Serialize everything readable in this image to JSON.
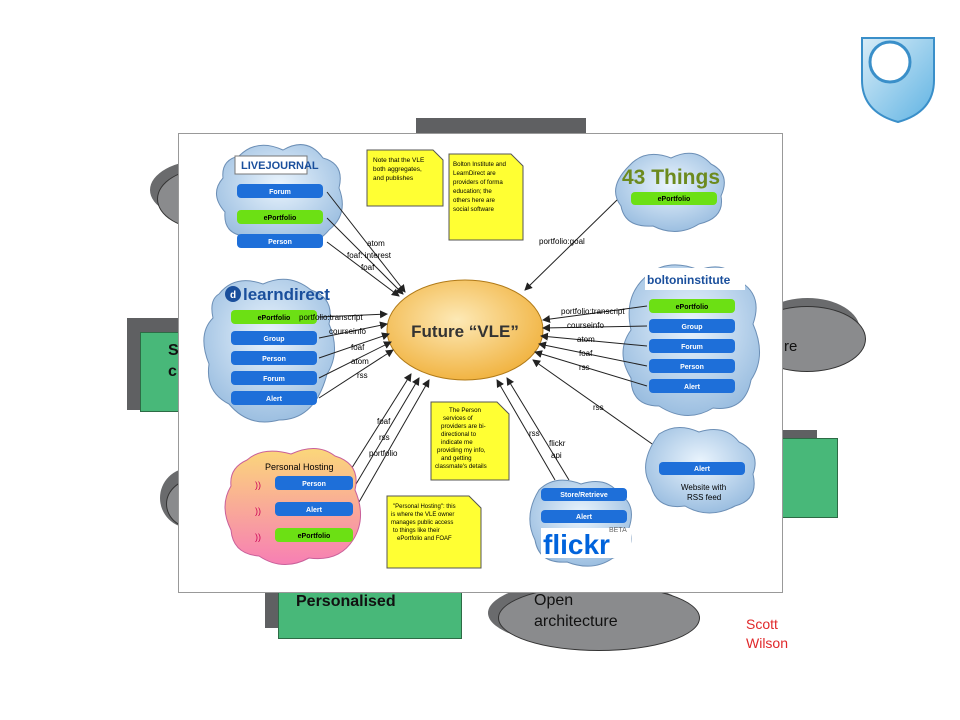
{
  "background": {
    "green_box_left_text": "S\nc",
    "oval_right_text": "re",
    "personalised_label": "Personalised",
    "open_architecture_label": "Open\narchitecture"
  },
  "author": "Scott\nWilson",
  "diagram": {
    "center_label": "Future “VLE”",
    "livejournal": {
      "logo": "LIVEJOURNAL",
      "items": [
        "Forum",
        "ePortfolio",
        "Person"
      ],
      "links": [
        "atom",
        "foaf: interest",
        "foaf"
      ]
    },
    "note_vle": "Note that the VLE both aggregates, and publishes",
    "note_bolton": "Bolton Institute and LearnDirect are providers of forma education; the others here are social software",
    "things43": {
      "logo": "43 Things",
      "items": [
        "ePortfolio"
      ],
      "link": "portfolio:goal"
    },
    "learndirect": {
      "logo": "learndirect",
      "items": [
        "ePortfolio",
        "Group",
        "Person",
        "Forum",
        "Alert"
      ],
      "links": [
        "portfolio:transcript",
        "courseinfo",
        "foaf",
        "atom",
        "rss"
      ]
    },
    "bolton": {
      "logo": "boltoninstitute",
      "items": [
        "ePortfolio",
        "Group",
        "Forum",
        "Person",
        "Alert"
      ],
      "links": [
        "portfolio:transcript",
        "courseinfo",
        "atom",
        "foaf",
        "rss"
      ]
    },
    "rss_site": {
      "items": [
        "Alert"
      ],
      "caption": "Website with RSS feed",
      "link": "rss"
    },
    "note_person": "The Person services of providers are bi-directional to indicate me providing my info, and getting classmate's details",
    "personal_hosting": {
      "title": "Personal Hosting",
      "items": [
        "Person",
        "Alert",
        "ePortfolio"
      ],
      "links": [
        "foaf",
        "rss",
        "portfolio"
      ]
    },
    "note_hosting": "\"Personal Hosting\": this is where the VLE owner manages public access to things like their ePortfolio and FOAF",
    "flickr": {
      "logo": "flickr",
      "beta": "BETA",
      "items": [
        "Store/Retrieve",
        "Alert"
      ],
      "links": [
        "rss",
        "flickr",
        "api"
      ]
    }
  },
  "colors": {
    "green_box": "#48b879",
    "oval_gray": "#8a8b8d",
    "author_red": "#e0282a",
    "pill_blue": "#1e6fd9",
    "pill_green": "#6ce014",
    "note_yellow": "#ffff33",
    "center_fill": "#f6c86a"
  }
}
